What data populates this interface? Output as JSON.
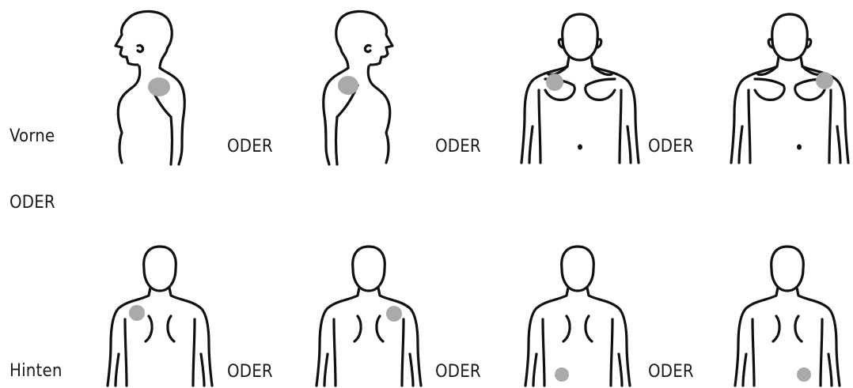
{
  "labels": {
    "front": "Vorne",
    "back": "Hinten",
    "row_or": "ODER",
    "or": "ODER"
  },
  "colors": {
    "outline": "#111111",
    "marker": "#aaaaaa"
  },
  "figures": {
    "front": [
      {
        "view": "side-facing-left",
        "marker_icon": "shoulder-marker"
      },
      {
        "view": "side-facing-right",
        "marker_icon": "shoulder-marker"
      },
      {
        "view": "front",
        "marker_icon": "shoulder-marker"
      },
      {
        "view": "front",
        "marker_icon": "shoulder-marker"
      }
    ],
    "back": [
      {
        "view": "back",
        "marker_icon": "shoulder-blade-marker"
      },
      {
        "view": "back",
        "marker_icon": "shoulder-blade-marker"
      },
      {
        "view": "back",
        "marker_icon": "lower-back-marker"
      },
      {
        "view": "back",
        "marker_icon": "lower-back-marker"
      }
    ]
  }
}
